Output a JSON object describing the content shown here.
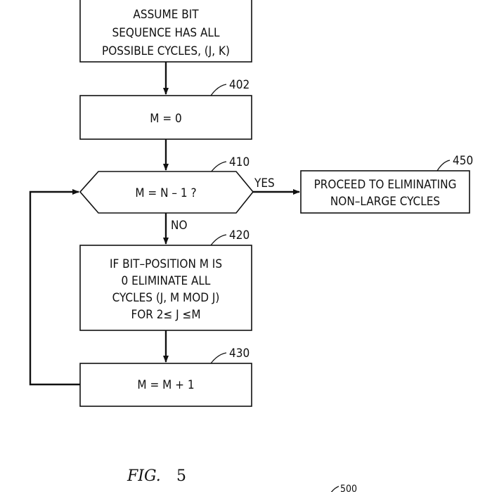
{
  "nodes": {
    "assume": {
      "lines": [
        "ASSUME BIT",
        "SEQUENCE HAS ALL",
        "POSSIBLE CYCLES, (J, K)"
      ]
    },
    "init": {
      "ref": "402",
      "lines": [
        "M = 0"
      ]
    },
    "decision": {
      "ref": "410",
      "lines": [
        "M = N – 1 ?"
      ]
    },
    "proceed": {
      "ref": "450",
      "lines": [
        "PROCEED TO ELIMINATING",
        "NON–LARGE CYCLES"
      ]
    },
    "eliminate": {
      "ref": "420",
      "lines": [
        "IF BIT–POSITION M IS",
        "0 ELIMINATE ALL",
        "CYCLES (J, M MOD J)",
        "FOR 2≤ J ≤M"
      ]
    },
    "increment": {
      "ref": "430",
      "lines": [
        "M = M + 1"
      ]
    }
  },
  "edges": {
    "yes_label": "YES",
    "no_label": "NO"
  },
  "caption": {
    "prefix": "FIG.",
    "number": "5"
  },
  "next_ref": "500"
}
